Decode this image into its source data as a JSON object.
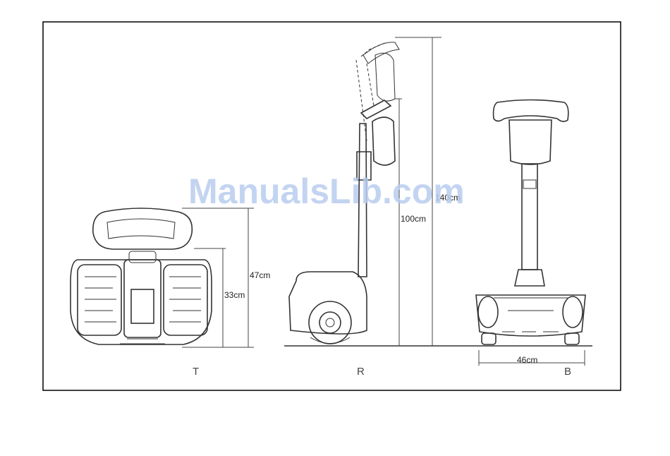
{
  "watermark": "ManualsLib.com",
  "views": {
    "top": {
      "label": "T",
      "dimensions": [
        "47cm",
        "33cm"
      ]
    },
    "side": {
      "label": "R",
      "dimensions": [
        "100cm",
        "140cm"
      ]
    },
    "back": {
      "label": "B",
      "dimensions": [
        "46cm"
      ]
    }
  },
  "colors": {
    "frame": "#000000",
    "drawing": "#333333",
    "watermark": "#b8cdee"
  }
}
